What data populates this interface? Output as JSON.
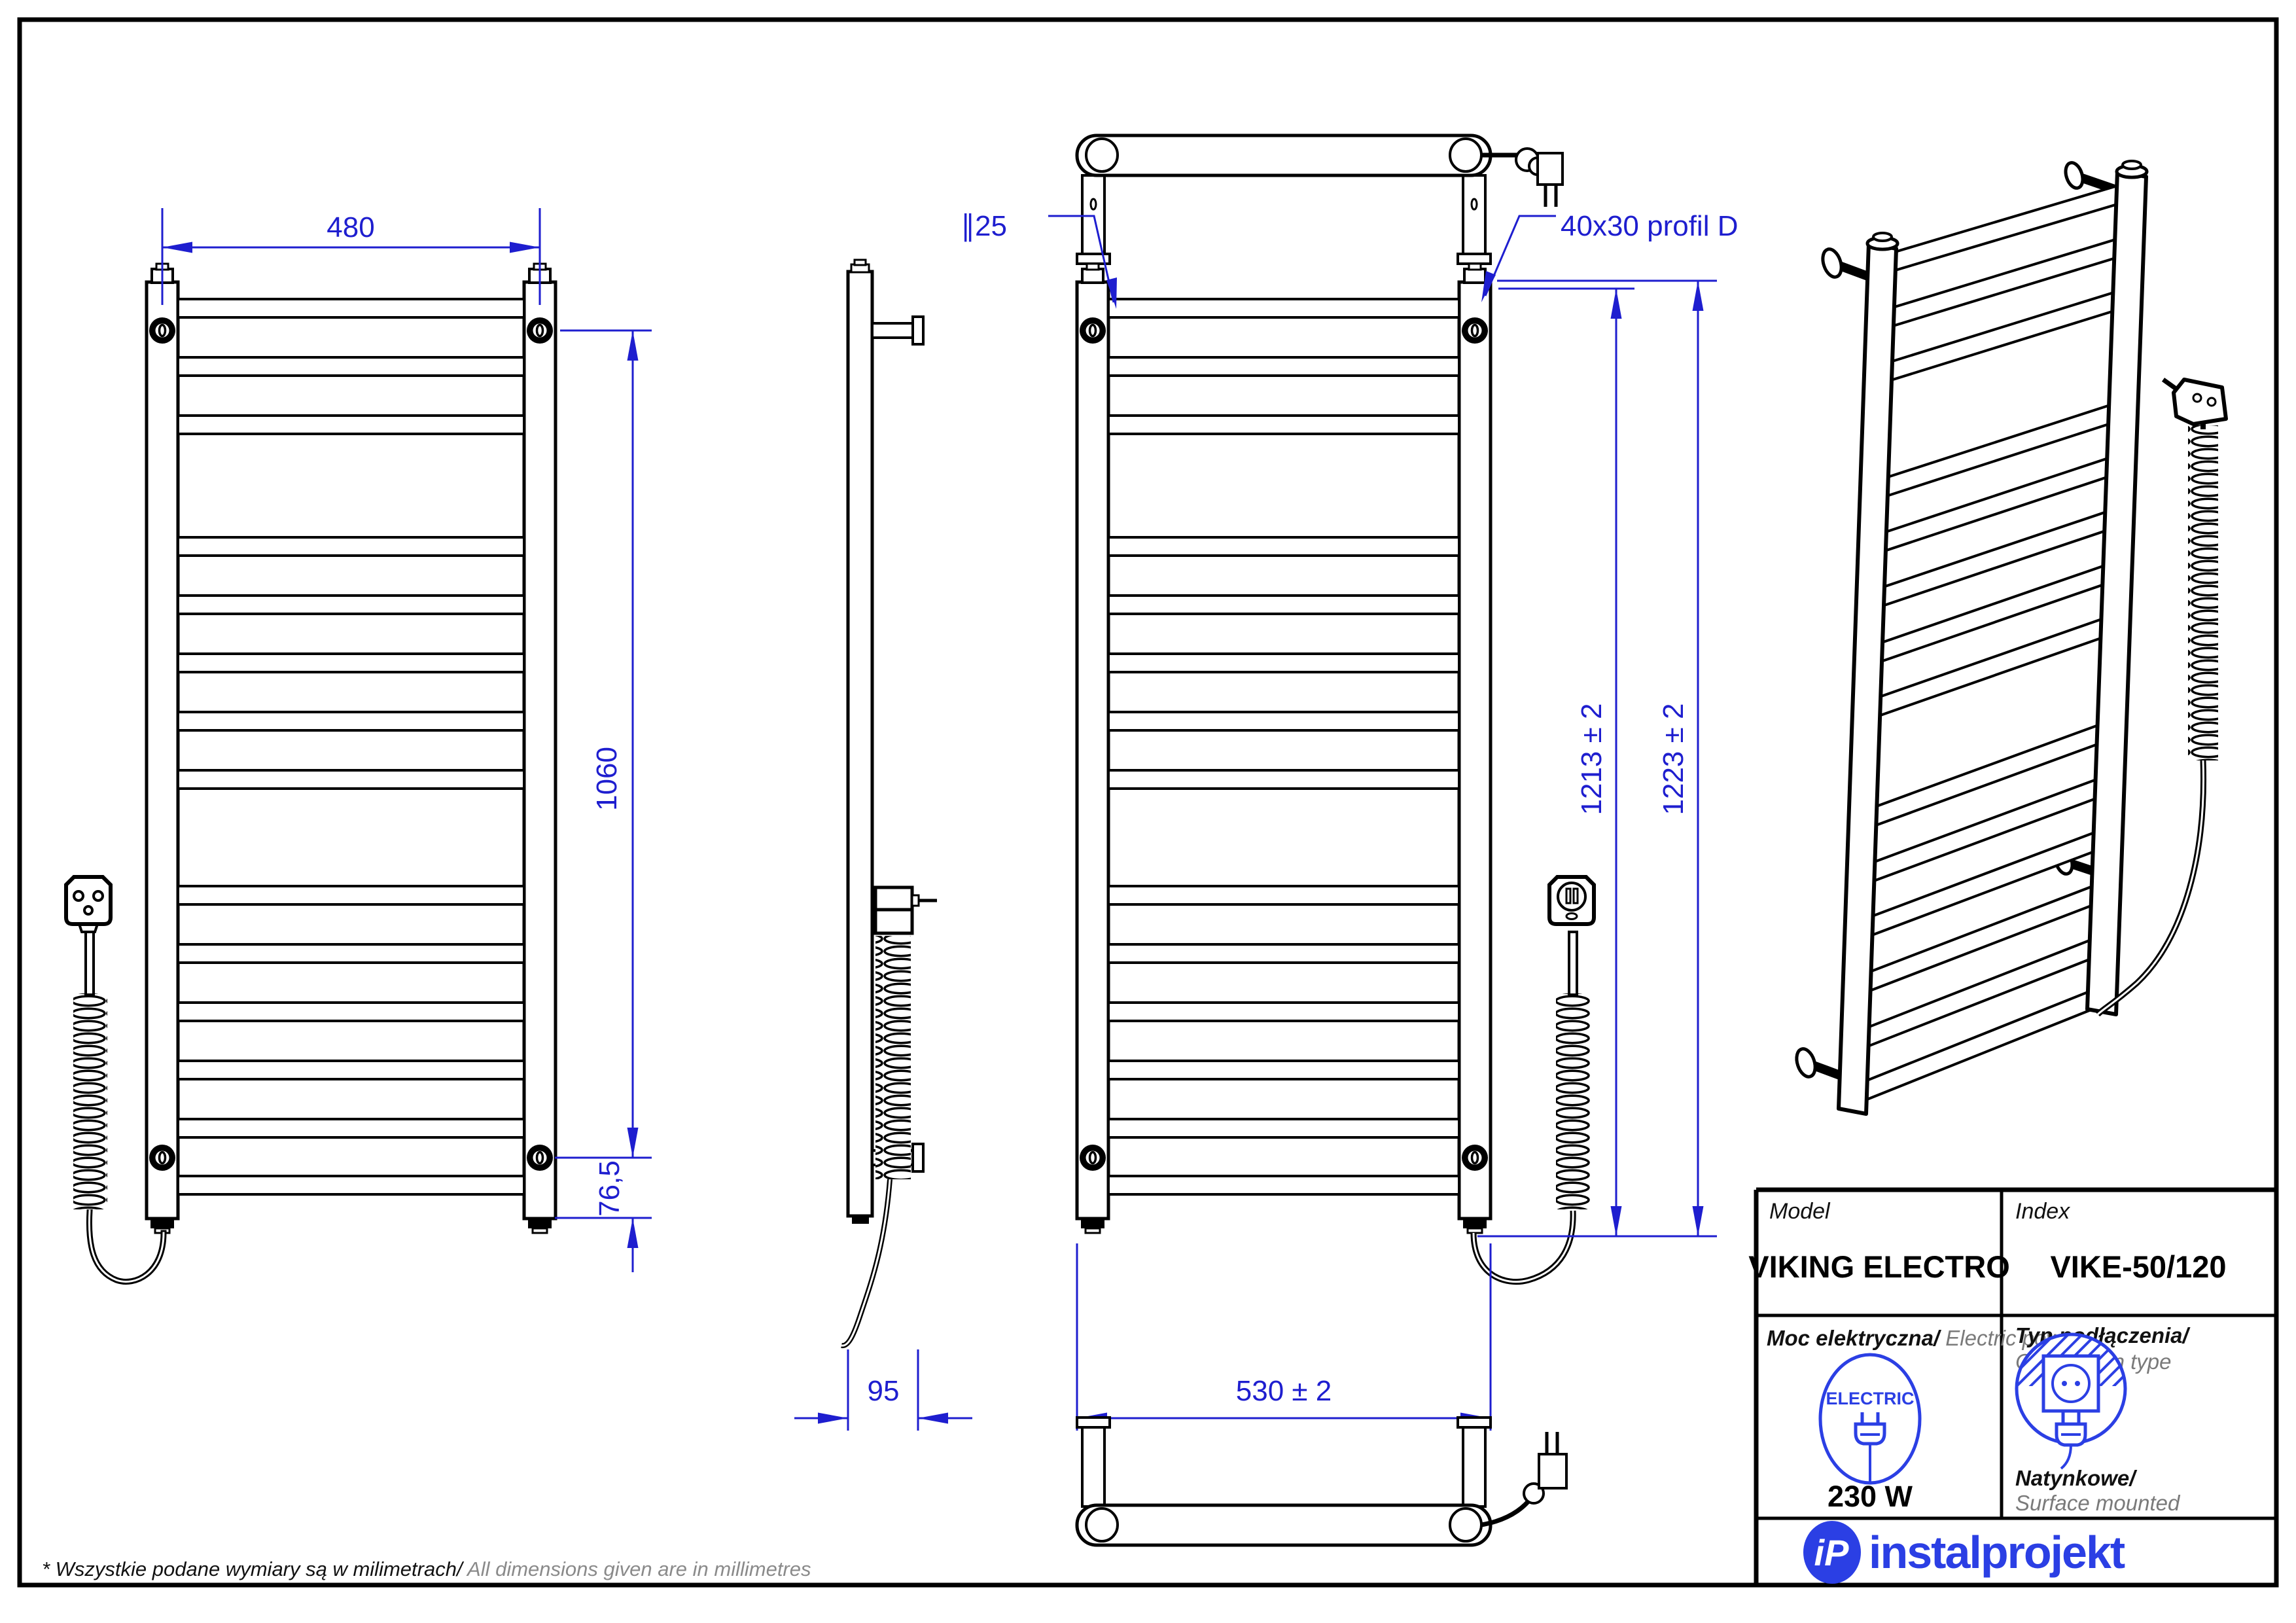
{
  "dims": {
    "width_top": "480",
    "axis_height": "1060",
    "bottom_offset": "76,5",
    "depth": "95",
    "tube_diameter": "∥25",
    "profile": "40x30 profil D",
    "height_1213": "1213  ± 2",
    "height_1223": "1223  ± 2",
    "width_530": "530  ± 2"
  },
  "title_block": {
    "model_label": "Model",
    "model_value": "VIKING ELECTRO",
    "index_label": "Index",
    "index_value": "VIKE-50/120",
    "power_label_pl": "Moc elektryczna/",
    "power_label_en": " Electric power",
    "electric_badge": "ELECTRIC",
    "power_value": "230 W",
    "connection_label_pl": "Typ podłączenia/",
    "connection_label_en": "Connection type",
    "mounting_pl": "Natynkowe/",
    "mounting_en": "Surface mounted"
  },
  "logo": {
    "monogram": "iP",
    "text": "instalprojekt"
  },
  "footer": {
    "note_pl": "* Wszystkie podane wymiary są w milimetrach/",
    "note_en": " All dimensions given are in millimetres"
  },
  "colors": {
    "dimension_blue": "#1e1ecf",
    "brand_blue": "#2b3fe4",
    "line_black": "#000000"
  }
}
